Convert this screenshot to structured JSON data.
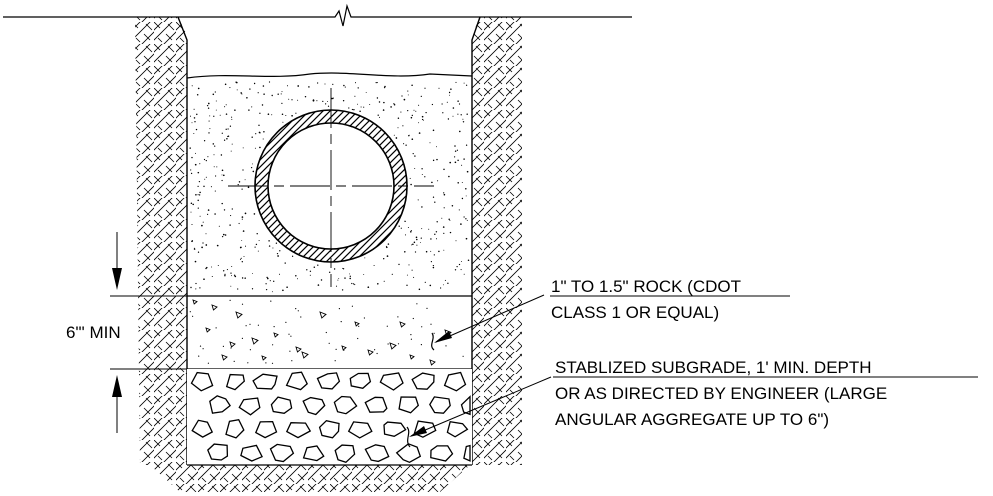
{
  "diagram": {
    "dimension_label": "6\"' MIN",
    "rock_note": {
      "line1": "1\" TO 1.5\" ROCK (CDOT",
      "line2": "CLASS 1 OR EQUAL)"
    },
    "subgrade_note": {
      "line1": "STABLIZED SUBGRADE, 1' MIN. DEPTH",
      "line2": "OR AS DIRECTED BY ENGINEER (LARGE",
      "line3": "ANGULAR AGGREGATE UP TO 6\")"
    }
  }
}
